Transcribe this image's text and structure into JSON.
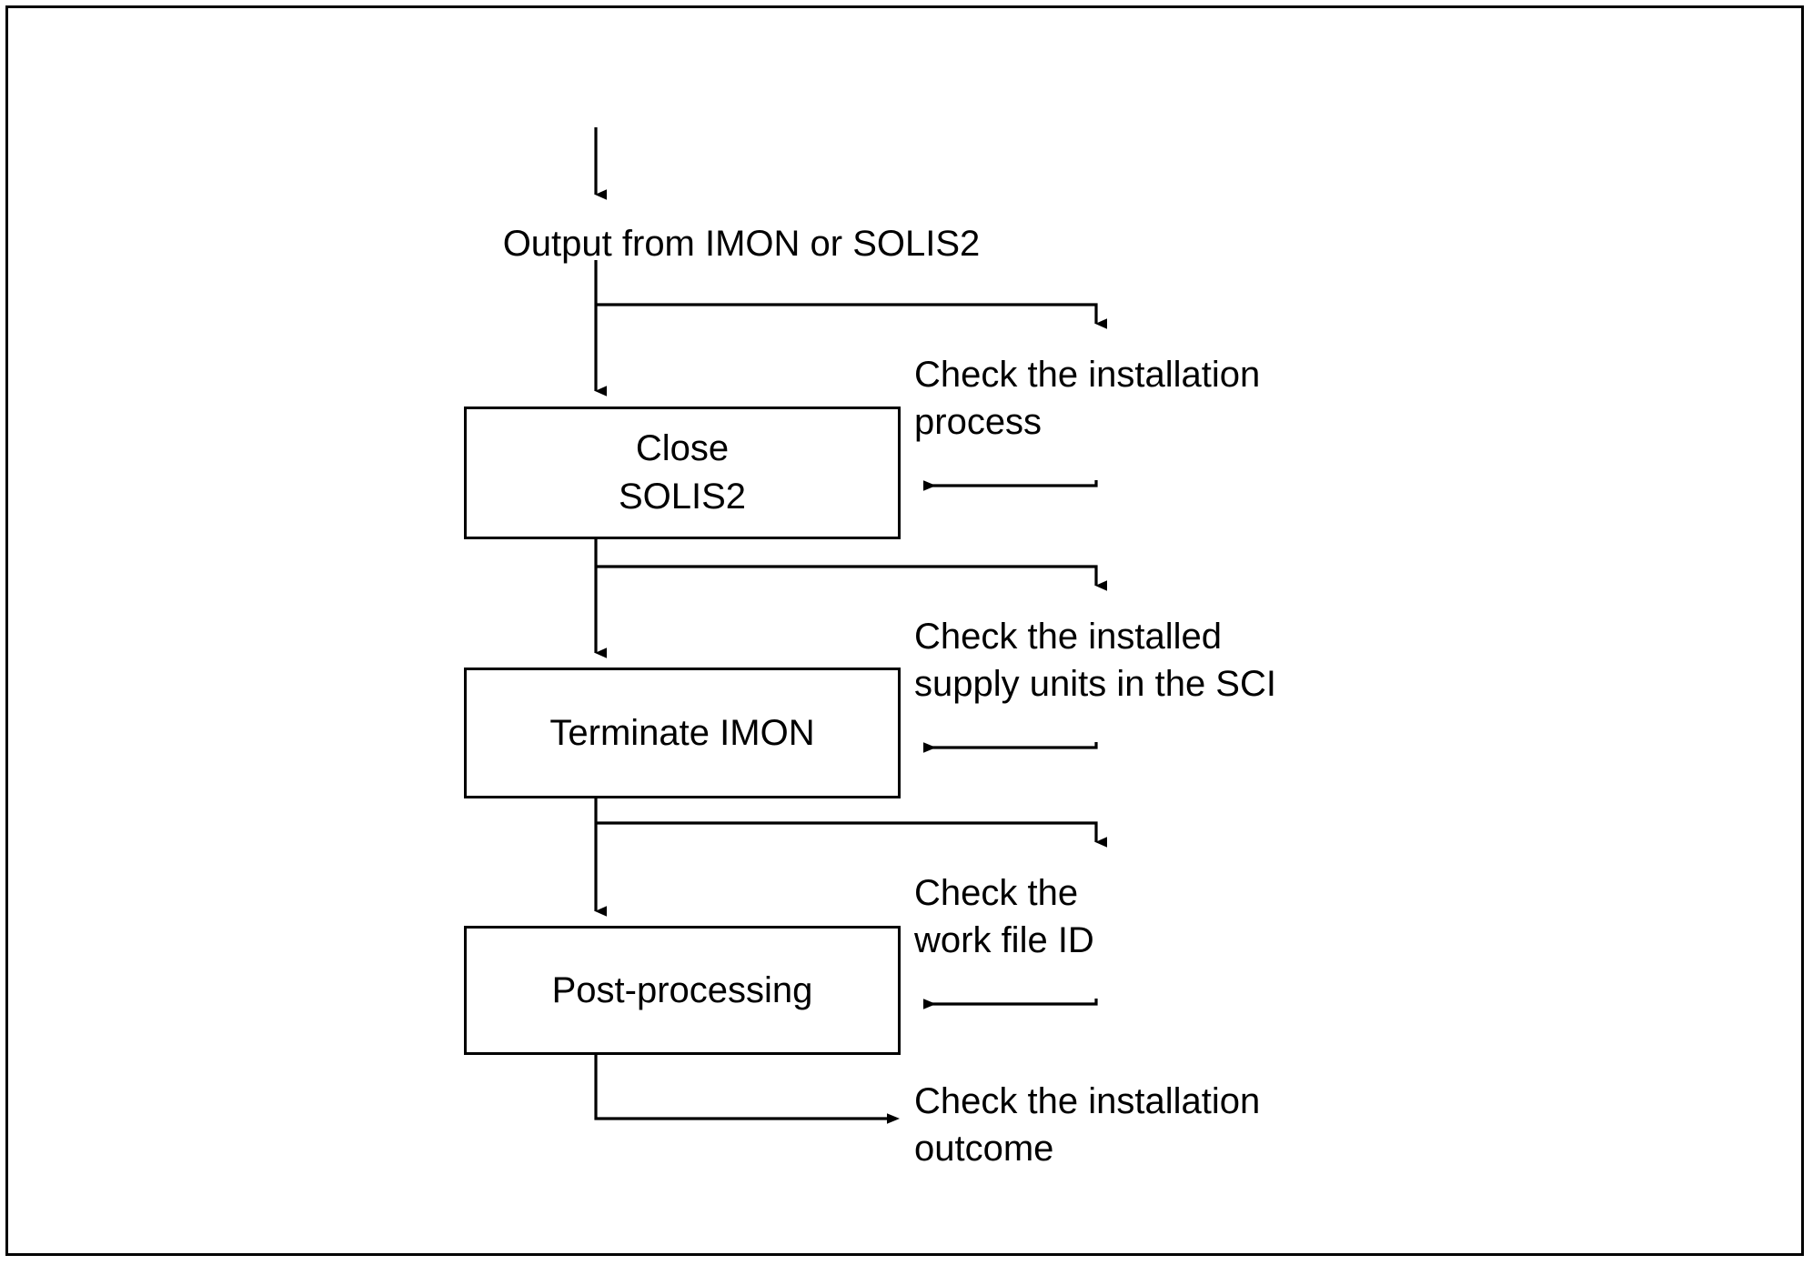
{
  "diagram": {
    "type": "flowchart",
    "title": "",
    "entry_label": "Output from IMON or SOLIS2",
    "nodes": [
      {
        "id": "close-solis2",
        "line1": "Close",
        "line2": "SOLIS2"
      },
      {
        "id": "terminate-imon",
        "line1": "Terminate IMON",
        "line2": ""
      },
      {
        "id": "post-processing",
        "line1": "Post-processing",
        "line2": ""
      }
    ],
    "annotations": [
      {
        "id": "check-installation-process",
        "text": "Check the installation\nprocess"
      },
      {
        "id": "check-installed-supply-units",
        "text": "Check the installed\nsupply units in the SCI"
      },
      {
        "id": "check-work-file-id",
        "text": "Check the\nwork file ID"
      },
      {
        "id": "check-installation-outcome",
        "text": "Check the installation\noutcome"
      }
    ],
    "colors": {
      "stroke": "#000000",
      "background": "#ffffff",
      "text": "#000000"
    }
  }
}
